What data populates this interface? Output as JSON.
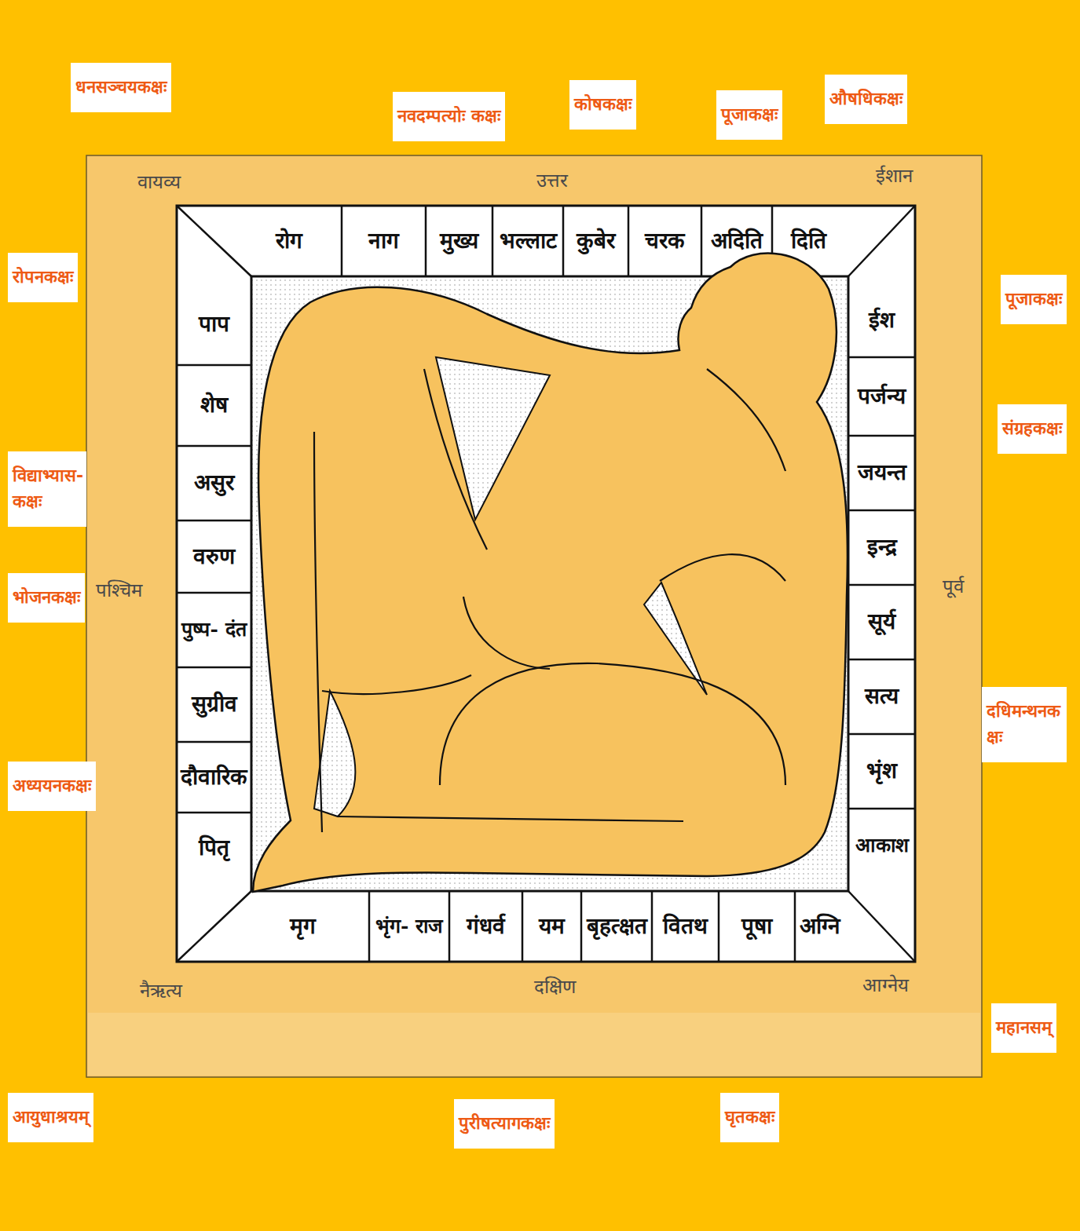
{
  "diagram": {
    "nodes": [
      {
        "text": [
          "धनसञ्चयकक्षः"
        ]
      },
      {
        "text": [
          "नवदम्पत्योः कक्षः"
        ]
      },
      {
        "text": [
          "कोषकक्षः"
        ]
      },
      {
        "text": [
          "पूजाकक्षः"
        ]
      },
      {
        "text": [
          "औषधिकक्षः"
        ]
      },
      {
        "text": [
          "रोपनकक्षः"
        ]
      },
      {
        "text": [
          "पूजाकक्षः"
        ]
      },
      {
        "text": [
          "संग्रहकक्षः"
        ]
      },
      {
        "text": [
          "विद्याभ्यास- कक्षः"
        ]
      },
      {
        "text": [
          "भोजनकक्षः"
        ]
      },
      {
        "text": [
          "दधिमन्थनक क्षः"
        ]
      },
      {
        "text": [
          "अध्ययनकक्षः"
        ]
      },
      {
        "text": [
          "महानसम्"
        ]
      },
      {
        "text": [
          "आयुधाश्रयम्"
        ]
      },
      {
        "text": [
          "पुरीषत्यागकक्षः"
        ]
      },
      {
        "text": [
          "घृतकक्षः"
        ]
      },
      {
        "text": [
          "रोग"
        ]
      },
      {
        "text": [
          "नाग"
        ]
      },
      {
        "text": [
          "मुख्य"
        ]
      },
      {
        "text": [
          "भल्लाट"
        ]
      },
      {
        "text": [
          "कुबेर"
        ]
      },
      {
        "text": [
          "चरक"
        ]
      },
      {
        "text": [
          "अदिति"
        ]
      },
      {
        "text": [
          "दिति"
        ]
      },
      {
        "text": [
          "ईश"
        ]
      },
      {
        "text": [
          "पर्जन्य"
        ]
      },
      {
        "text": [
          "जयन्त"
        ]
      },
      {
        "text": [
          "इन्द्र"
        ]
      },
      {
        "text": [
          "सूर्य"
        ]
      },
      {
        "text": [
          "सत्य"
        ]
      },
      {
        "text": [
          "भृंश"
        ]
      },
      {
        "text": [
          "आकाश"
        ]
      },
      {
        "text": [
          "मृग"
        ]
      },
      {
        "text": [
          "भृंग- राज"
        ]
      },
      {
        "text": [
          "गंधर्व"
        ]
      },
      {
        "text": [
          "यम"
        ]
      },
      {
        "text": [
          "बृहत्क्षत"
        ]
      },
      {
        "text": [
          "वितथ"
        ]
      },
      {
        "text": [
          "पूषा"
        ]
      },
      {
        "text": [
          "अग्नि"
        ]
      },
      {
        "text": [
          "पाप"
        ]
      },
      {
        "text": [
          "शेष"
        ]
      },
      {
        "text": [
          "असुर"
        ]
      },
      {
        "text": [
          "वरुण"
        ]
      },
      {
        "text": [
          "पुष्प- दंत"
        ]
      },
      {
        "text": [
          "सुग्रीव"
        ]
      },
      {
        "text": [
          "दौवारिक"
        ]
      },
      {
        "text": [
          "पितृ"
        ]
      }
    ],
    "labels": [
      "वायव्य",
      "उत्तर",
      "ईशान",
      "पश्चिम",
      "पूर्व",
      "नैऋत्य",
      "दक्षिण",
      "आग्नेय"
    ]
  }
}
